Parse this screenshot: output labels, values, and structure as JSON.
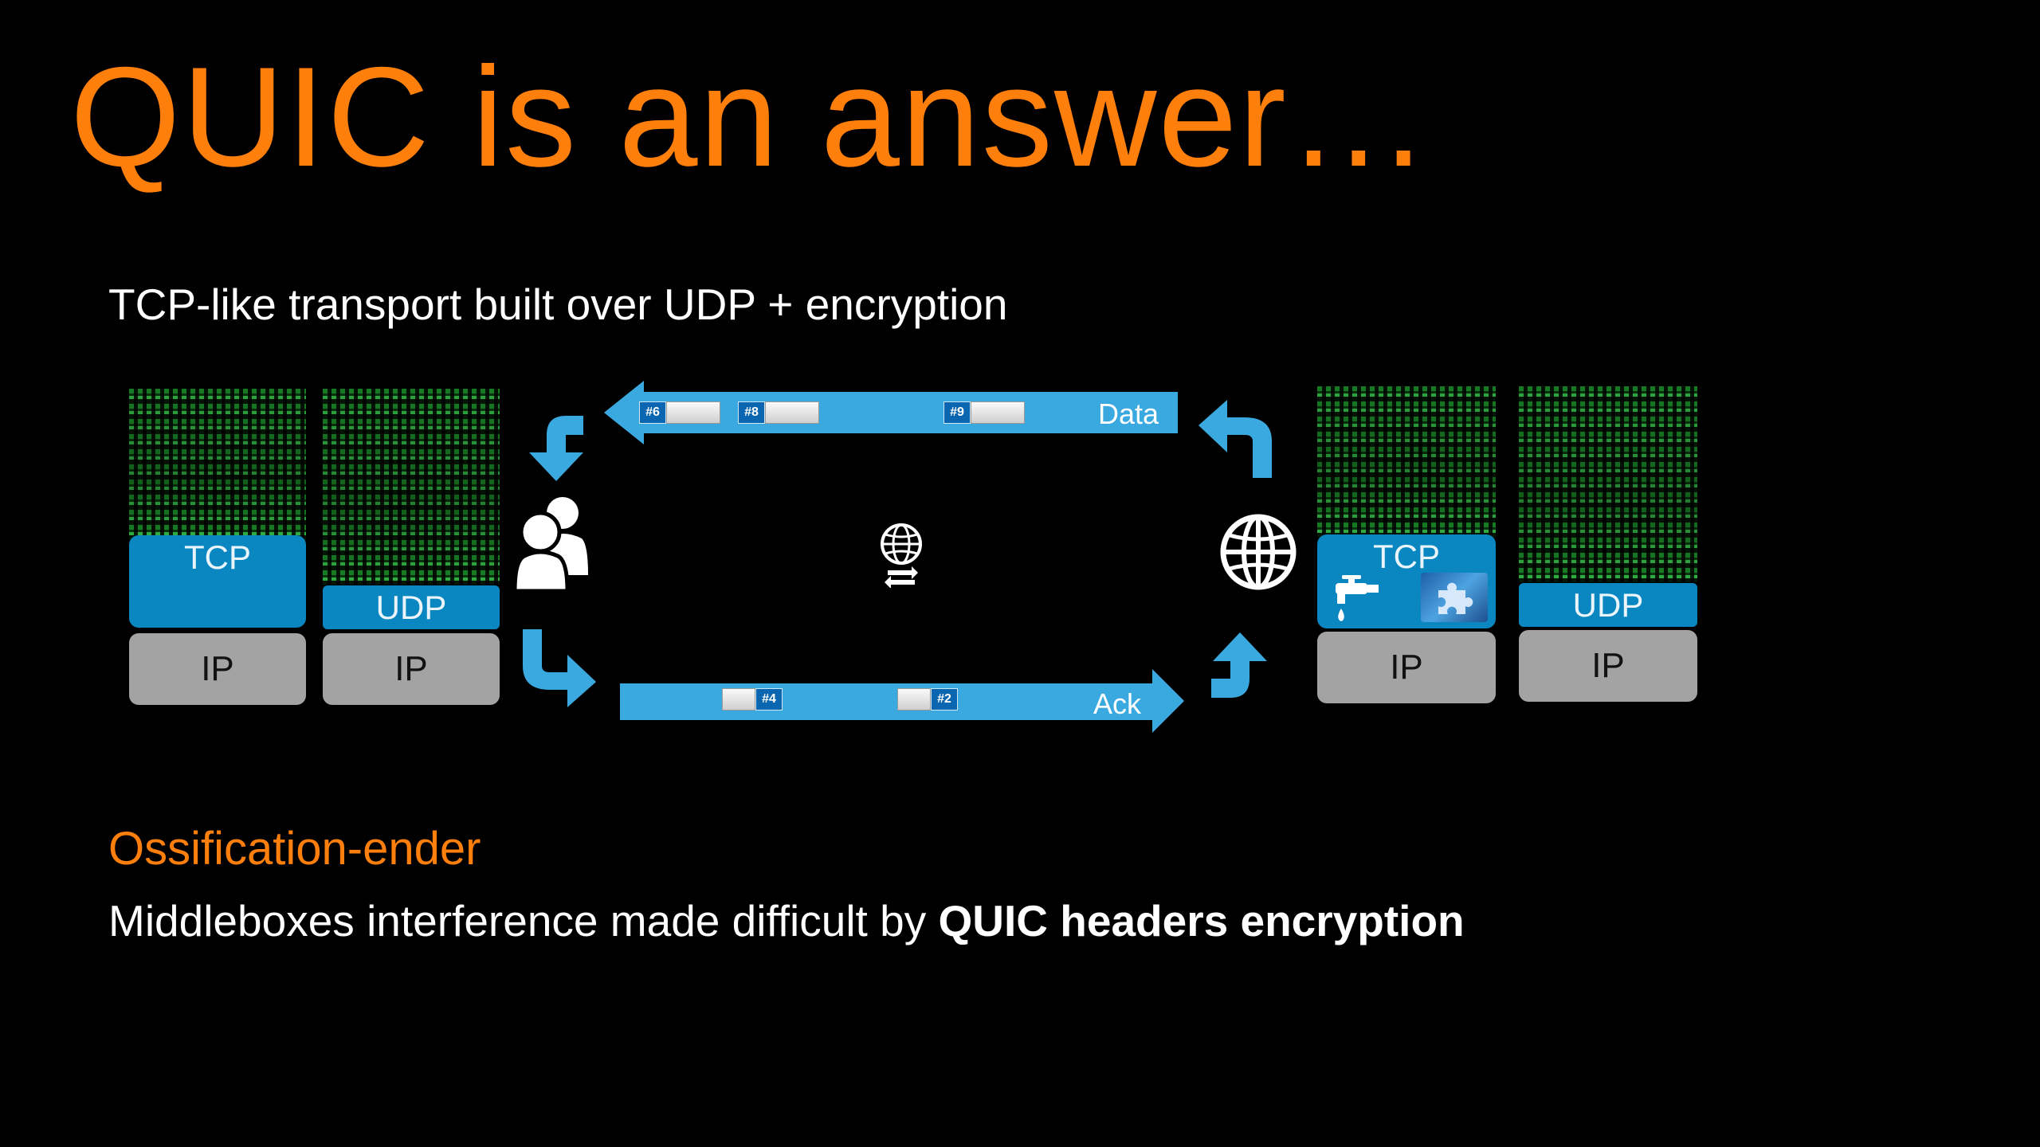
{
  "slide": {
    "title": "QUIC is an answer…",
    "subtitle": "TCP-like transport built over UDP + encryption",
    "section_heading": "Ossification-ender",
    "body_prefix": "Middleboxes interference made difficult by ",
    "body_bold": "QUIC headers encryption"
  },
  "left_stack": {
    "tcp_label": "TCP",
    "udp_label": "UDP",
    "ip_label_1": "IP",
    "ip_label_2": "IP"
  },
  "right_stack": {
    "tcp_label": "TCP",
    "udp_label": "UDP",
    "ip_label_1": "IP",
    "ip_label_2": "IP"
  },
  "flow": {
    "data_label": "Data",
    "ack_label": "Ack",
    "data_packets": [
      "#6",
      "#8",
      "#9"
    ],
    "ack_packets": [
      "#4",
      "#2"
    ]
  },
  "icons": {
    "client": "users-icon",
    "server": "globe-icon",
    "center": "globe-exchange-icon",
    "tap": "faucet-icon",
    "puzzle": "puzzle-icon"
  },
  "colors": {
    "title": "#ff7f0c",
    "arrow": "#3aa9df",
    "tcp_box": "#0a87c0",
    "ip_box": "#a3a3a3",
    "matrix_green": "#36c24b"
  }
}
